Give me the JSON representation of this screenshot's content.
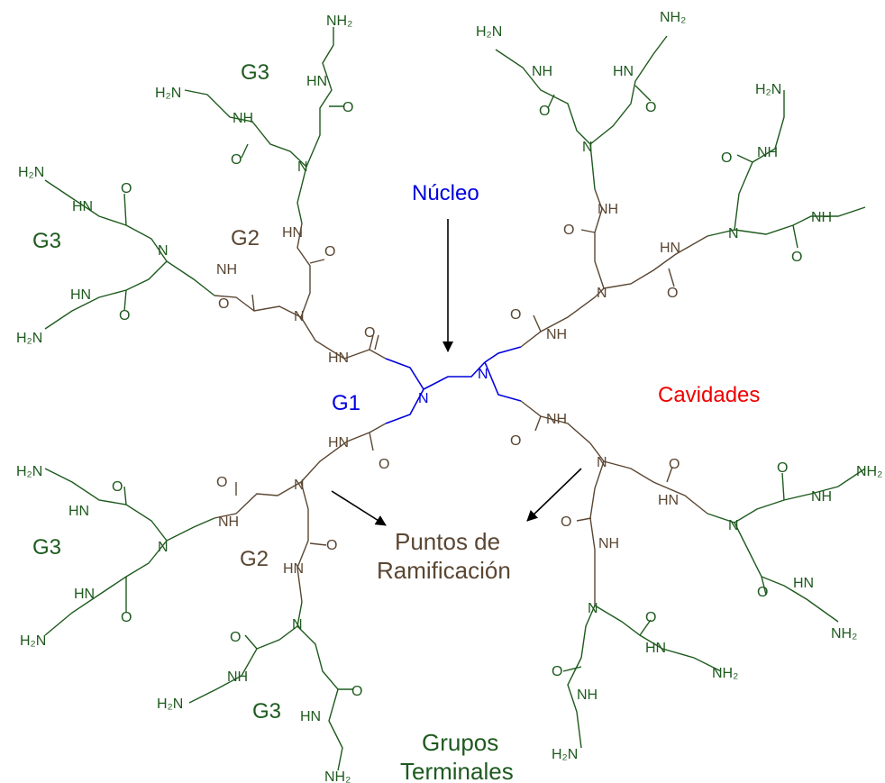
{
  "labels": {
    "nucleo": "Núcleo",
    "g1": "G1",
    "g2_top": "G2",
    "g2_bottom": "G2",
    "g3_top": "G3",
    "g3_left_top": "G3",
    "g3_left_bottom": "G3",
    "g3_bottom": "G3",
    "cavidades": "Cavidades",
    "puntos_line1": "Puntos de",
    "puntos_line2": "Ramificación",
    "grupos_line1": "Grupos",
    "grupos_line2": "Terminales"
  },
  "atoms": {
    "N": "N",
    "NH": "NH",
    "O": "O",
    "H2N": "H₂N",
    "NH2": "NH₂"
  },
  "colors": {
    "core": "#0000dd",
    "g2": "#5a4632",
    "g3": "#1e5a1e",
    "cavity": "#ee0000",
    "arrow": "#000000"
  }
}
